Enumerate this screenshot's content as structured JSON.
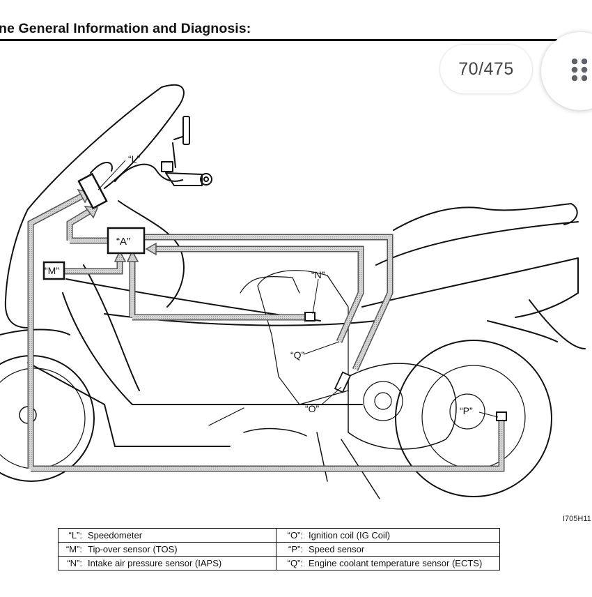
{
  "document": {
    "heading": "ne General Information and Diagnosis:",
    "figure_id": "I705H11"
  },
  "viewer": {
    "page_indicator": "70/475",
    "menu_icon": "grid-dots-icon"
  },
  "diagram": {
    "labels": {
      "L": "“L”",
      "A": "“A”",
      "M": "“M”",
      "N": "“N”",
      "Q": "“Q”",
      "O": "“O”",
      "P": "“P”"
    }
  },
  "legend": {
    "rows": [
      [
        {
          "key": "“L”:",
          "text": "Speedometer"
        },
        {
          "key": "“O”:",
          "text": "Ignition coil (IG Coil)"
        }
      ],
      [
        {
          "key": "“M”:",
          "text": "Tip-over sensor (TOS)"
        },
        {
          "key": "“P”:",
          "text": "Speed sensor"
        }
      ],
      [
        {
          "key": "“N”:",
          "text": "Intake air pressure sensor (IAPS)"
        },
        {
          "key": "“Q”:",
          "text": "Engine coolant temperature sensor (ECTS)"
        }
      ]
    ]
  }
}
